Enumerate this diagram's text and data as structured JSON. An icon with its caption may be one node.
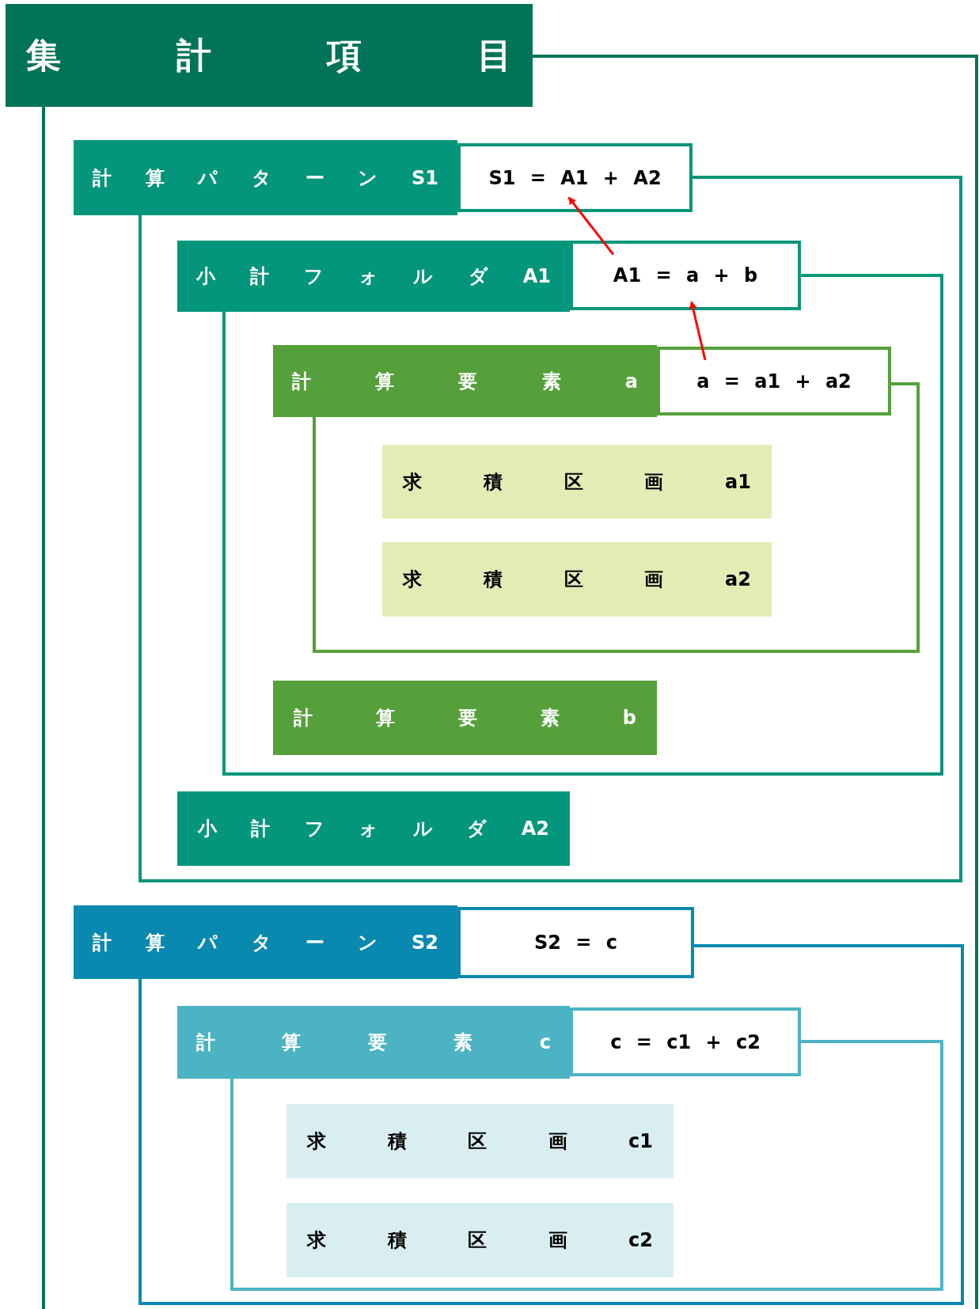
{
  "diagram": {
    "nodes": [
      {
        "text": [
          "集計項目"
        ]
      },
      {
        "text": [
          "計算パターンS1"
        ],
        "in": 0
      },
      {
        "text": [
          "S1 = A1 + A2"
        ],
        "in": 1
      },
      {
        "text": [
          "小計フォルダA1"
        ],
        "in": 1
      },
      {
        "text": [
          "A1 = a + b"
        ],
        "in": 3
      },
      {
        "text": [
          "計算要素a"
        ],
        "in": 3
      },
      {
        "text": [
          "a = a1 + a2"
        ],
        "in": 5
      },
      {
        "text": [
          "求積区画a1"
        ],
        "in": 5
      },
      {
        "text": [
          "求積区画a2"
        ],
        "in": 5
      },
      {
        "text": [
          "計算要素b"
        ],
        "in": 3
      },
      {
        "text": [
          "小計フォルダA2"
        ],
        "in": 1
      },
      {
        "text": [
          "計算パターンS2"
        ],
        "in": 0
      },
      {
        "text": [
          "S2 = c"
        ],
        "in": 11
      },
      {
        "text": [
          "計算要素c"
        ],
        "in": 11
      },
      {
        "text": [
          "c = c1 + c2"
        ],
        "in": 13
      },
      {
        "text": [
          "求積区画c1"
        ],
        "in": 13
      },
      {
        "text": [
          "求積区画c2"
        ],
        "in": 13
      }
    ],
    "edges": [
      {
        "from": 4,
        "to": 2,
        "arrow": "to",
        "color": "#ff0000"
      },
      {
        "from": 6,
        "to": 4,
        "arrow": "to",
        "color": "#ff0000"
      }
    ]
  }
}
